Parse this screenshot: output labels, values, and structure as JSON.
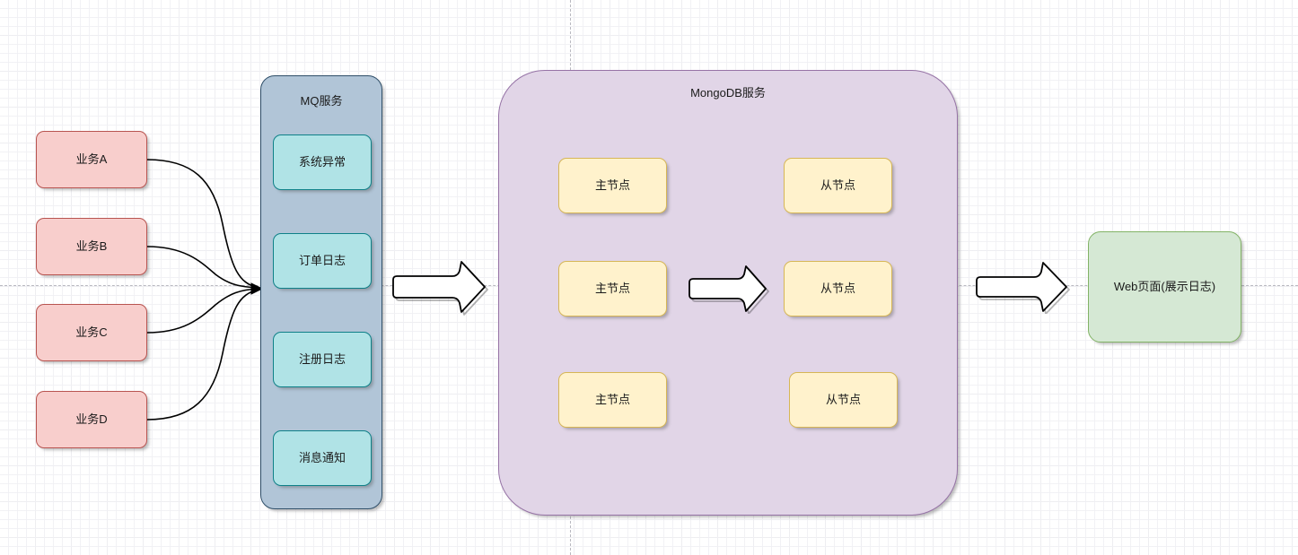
{
  "diagram": {
    "title_hidden": "",
    "colors": {
      "biz_fill": "#f8cecc",
      "biz_stroke": "#b85450",
      "mq_fill": "#b1c5d7",
      "mq_stroke": "#2f4f69",
      "topic_fill": "#b0e3e6",
      "topic_stroke": "#0e8088",
      "mongo_fill": "#e1d5e7",
      "mongo_stroke": "#9673a6",
      "node_fill": "#fff2cc",
      "node_stroke": "#d6b656",
      "web_fill": "#d5e8d4",
      "web_stroke": "#82b366",
      "arrow_fill": "#ffffff",
      "arrow_stroke": "#000000"
    },
    "producers": [
      {
        "label": "业务A"
      },
      {
        "label": "业务B"
      },
      {
        "label": "业务C"
      },
      {
        "label": "业务D"
      }
    ],
    "mq": {
      "title": "MQ服务",
      "topics": [
        {
          "label": "系统异常"
        },
        {
          "label": "订单日志"
        },
        {
          "label": "注册日志"
        },
        {
          "label": "消息通知"
        }
      ]
    },
    "mongodb": {
      "title": "MongoDB服务",
      "primaries": [
        {
          "label": "主节点"
        },
        {
          "label": "主节点"
        },
        {
          "label": "主节点"
        }
      ],
      "secondaries": [
        {
          "label": "从节点"
        },
        {
          "label": "从节点"
        },
        {
          "label": "从节点"
        }
      ]
    },
    "web": {
      "label": "Web页面(展示日志)"
    },
    "arrows": [
      {
        "name": "mq-to-mongodb"
      },
      {
        "name": "primary-to-secondary"
      },
      {
        "name": "mongodb-to-web"
      }
    ]
  }
}
